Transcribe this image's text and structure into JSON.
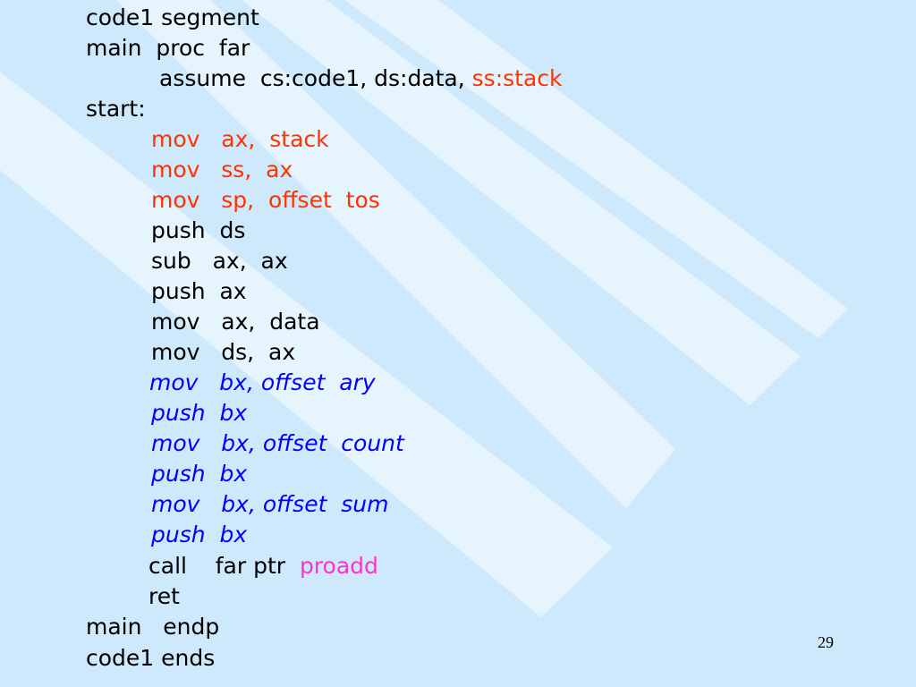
{
  "slide": {
    "page_number": "29",
    "code_lines": [
      "code1 segment",
      "main  proc  far",
      "assume  cs:code1, ds:data, ",
      "ss:stack",
      "start:",
      "mov   ax,  stack",
      "mov   ss,  ax",
      "mov   sp,  offset  tos",
      "push  ds",
      "sub   ax,  ax",
      "push  ax",
      "mov   ax,  data",
      "mov   ds,  ax",
      "mov   bx, offset  ary",
      "push  bx",
      "mov   bx, offset  count",
      "push  bx",
      "mov   bx, offset  sum",
      "push  bx",
      "call    far ptr  ",
      "proadd",
      "ret",
      "main   endp",
      "code1 ends"
    ],
    "colors": {
      "background": "#cde9fb",
      "stripe": "#e6f4fd",
      "highlight_red": "#ff3300",
      "highlight_blue": "#0000ff",
      "highlight_magenta": "#ff33cc"
    }
  }
}
